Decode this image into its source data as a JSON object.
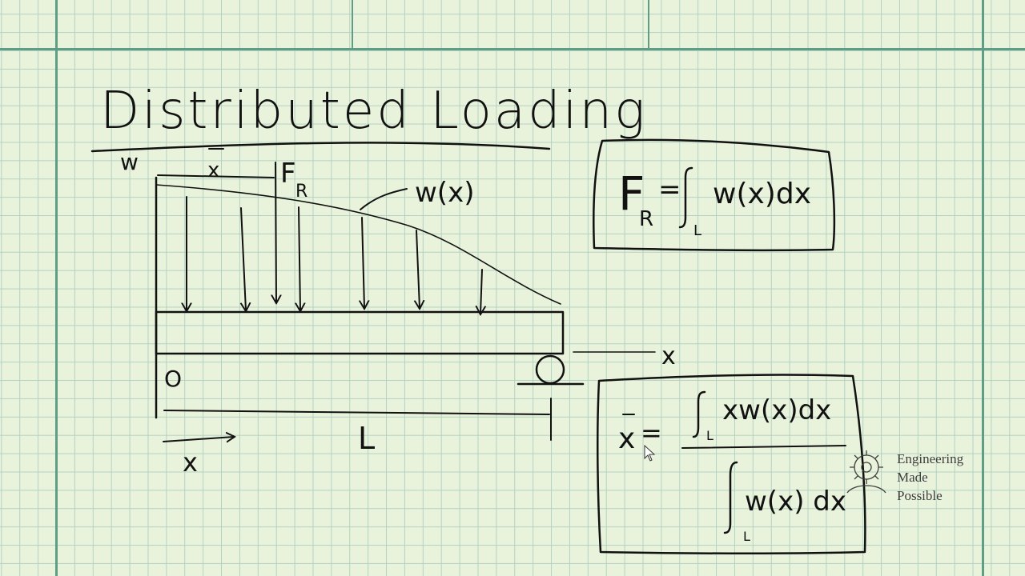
{
  "page": {
    "background": "#e9f3dc",
    "grid_color": "#b3d2c2",
    "frame_color": "#5f9e85",
    "ink_color": "#111111"
  },
  "heading": {
    "title": "Distributed Loading"
  },
  "beam_diagram": {
    "load_axis_label": "w",
    "xbar_label": "x",
    "resultant_label": "F",
    "resultant_subscript": "R",
    "load_function_label": "w(x)",
    "origin_label": "O",
    "axis_label_right": "x",
    "length_label": "L",
    "direction_label": "x",
    "load_arrow_count": 7,
    "support_type": "roller"
  },
  "formula_resultant": {
    "lhs": "F",
    "lhs_sub": "R",
    "equals": "=",
    "integral_sub": "L",
    "integrand": "w(x)dx"
  },
  "formula_centroid": {
    "lhs": "x",
    "equals": "=",
    "numerator": "xw(x)dx",
    "numerator_sub": "L",
    "denominator": "w(x) dx",
    "denominator_sub": "L"
  },
  "logo": {
    "icon": "gear-icon",
    "line1": "Engineering",
    "line2": "Made",
    "line3": "Possible"
  }
}
